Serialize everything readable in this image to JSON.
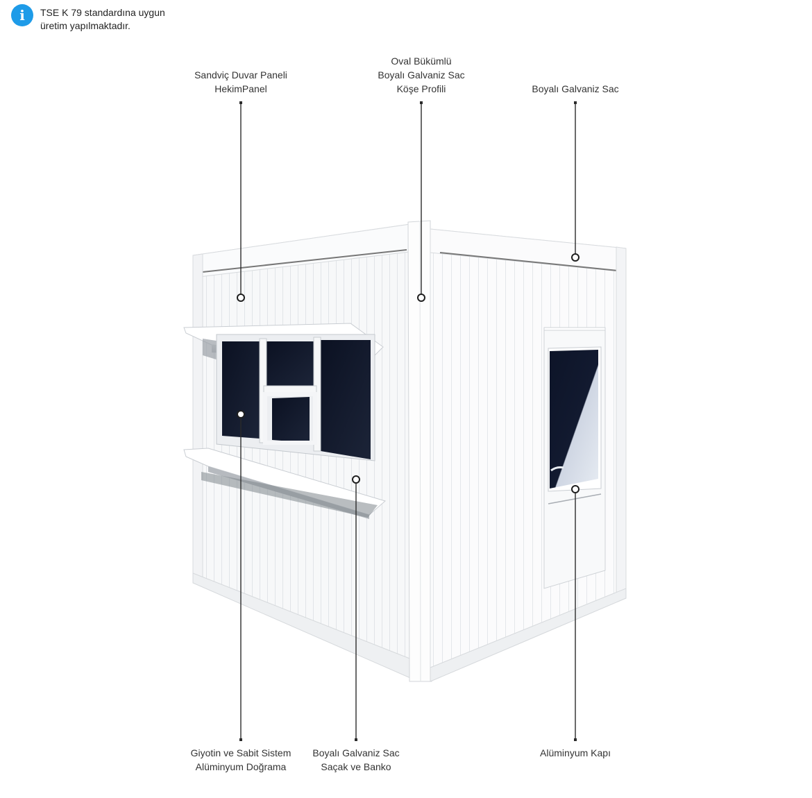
{
  "info": {
    "icon": "info-icon",
    "icon_glyph": "i",
    "lines": [
      "TSE K 79 standardına uygun",
      "üretim yapılmaktadır."
    ],
    "accent": "#1e9be8"
  },
  "callouts": [
    {
      "id": "sandvic",
      "lines": [
        "Sandviç Duvar Paneli",
        "HekimPanel"
      ]
    },
    {
      "id": "kose",
      "lines": [
        "Oval Bükümlü",
        "Boyalı Galvaniz Sac",
        "Köşe Profili"
      ]
    },
    {
      "id": "sac",
      "lines": [
        "Boyalı Galvaniz Sac"
      ]
    },
    {
      "id": "giyotin",
      "lines": [
        "Giyotin ve Sabit Sistem",
        "Alüminyum Doğrama"
      ]
    },
    {
      "id": "sacak",
      "lines": [
        "Boyalı Galvaniz Sac",
        "Saçak ve Banko"
      ]
    },
    {
      "id": "kapi",
      "lines": [
        "Alüminyum Kapı"
      ]
    }
  ]
}
